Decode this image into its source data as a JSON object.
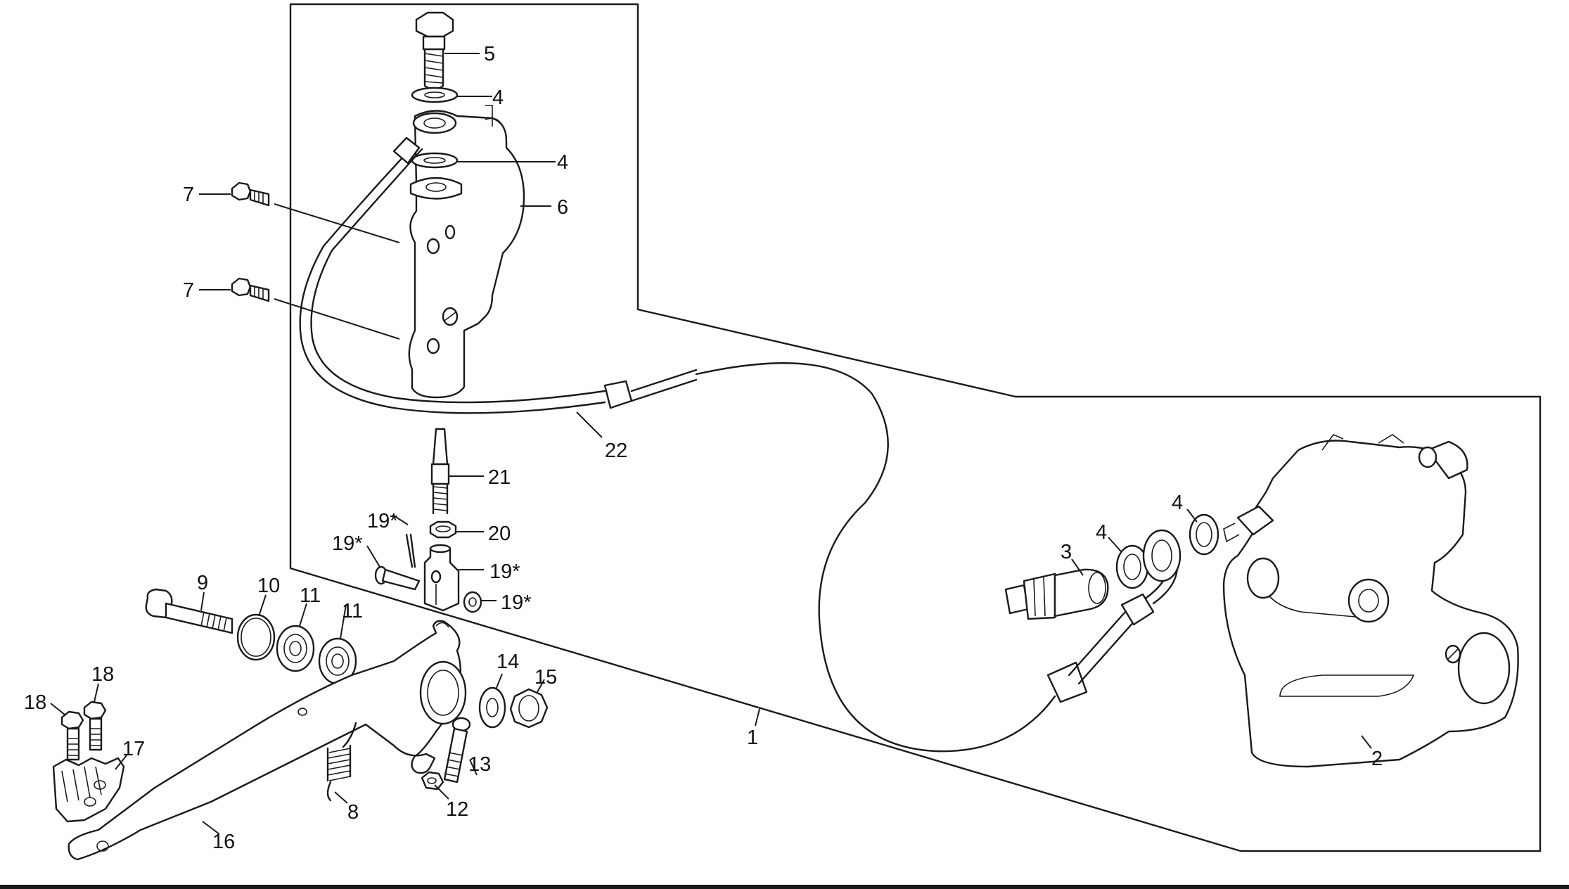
{
  "diagram": {
    "labels": [
      {
        "id": "c5",
        "text": "5"
      },
      {
        "id": "c4a",
        "text": "4"
      },
      {
        "id": "c4b",
        "text": "4"
      },
      {
        "id": "c6",
        "text": "6"
      },
      {
        "id": "c7a",
        "text": "7"
      },
      {
        "id": "c7b",
        "text": "7"
      },
      {
        "id": "c22",
        "text": "22"
      },
      {
        "id": "c21",
        "text": "21"
      },
      {
        "id": "c20",
        "text": "20"
      },
      {
        "id": "c19a",
        "text": "19*"
      },
      {
        "id": "c19b",
        "text": "19*"
      },
      {
        "id": "c19c",
        "text": "19*"
      },
      {
        "id": "c19d",
        "text": "19*"
      },
      {
        "id": "c9",
        "text": "9"
      },
      {
        "id": "c10",
        "text": "10"
      },
      {
        "id": "c11a",
        "text": "11"
      },
      {
        "id": "c11b",
        "text": "11"
      },
      {
        "id": "c14",
        "text": "14"
      },
      {
        "id": "c15",
        "text": "15"
      },
      {
        "id": "c18a",
        "text": "18"
      },
      {
        "id": "c18b",
        "text": "18"
      },
      {
        "id": "c17",
        "text": "17"
      },
      {
        "id": "c13",
        "text": "13"
      },
      {
        "id": "c12",
        "text": "12"
      },
      {
        "id": "c8",
        "text": "8"
      },
      {
        "id": "c16",
        "text": "16"
      },
      {
        "id": "c1",
        "text": "1"
      },
      {
        "id": "c3",
        "text": "3"
      },
      {
        "id": "c4c",
        "text": "4"
      },
      {
        "id": "c4d",
        "text": "4"
      },
      {
        "id": "c2",
        "text": "2"
      }
    ]
  }
}
